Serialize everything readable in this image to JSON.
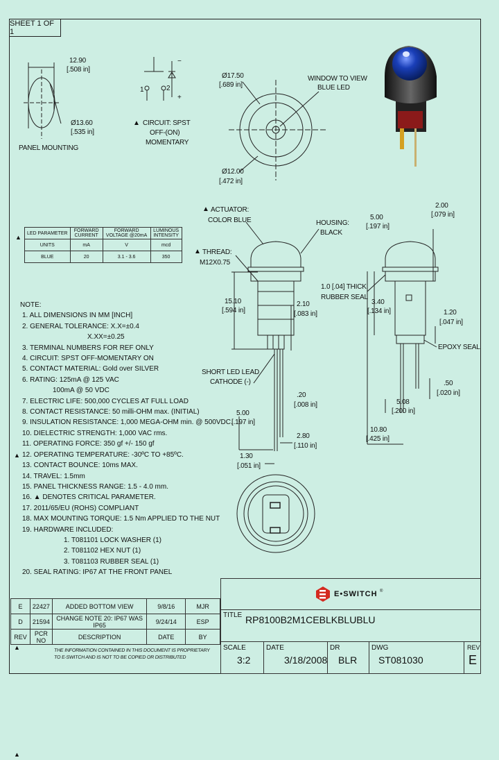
{
  "sheet": "SHEET 1 OF 1",
  "panel": {
    "dim1": "12.90",
    "dim1_in": "[.508 in]",
    "dim2": "Ø13.60",
    "dim2_in": "[.535 in]",
    "label": "PANEL MOUNTING"
  },
  "circuit": {
    "label": "CIRCUIT: SPST",
    "sub1": "OFF-(ON)",
    "sub2": "MOMENTARY",
    "p1": "1",
    "p2": "2",
    "minus": "−",
    "plus": "+"
  },
  "top": {
    "d1": "Ø17.50",
    "d1_in": "[.689 in]",
    "d2": "Ø12.00",
    "d2_in": "[.472 in]",
    "window1": "WINDOW TO VIEW",
    "window2": "BLUE LED"
  },
  "led_table": {
    "h": [
      "LED PARAMETER",
      "FORWARD CURRENT",
      "FORWARD VOLTAGE @20mA",
      "LUMINOUS INTENSITY"
    ],
    "units": [
      "UNITS",
      "mA",
      "V",
      "mcd"
    ],
    "blue": [
      "BLUE",
      "20",
      "3.1 - 3.6",
      "350"
    ]
  },
  "side": {
    "actuator1": "ACTUATOR:",
    "actuator2": "COLOR BLUE",
    "housing1": "HOUSING:",
    "housing2": "BLACK",
    "thread1": "THREAD:",
    "thread2": "M12X0.75",
    "d1510": "15.10",
    "d1510_in": "[.594 in]",
    "d210": "2.10",
    "d210_in": "[.083 in]",
    "lead1": "SHORT LED LEAD",
    "lead2": "CATHODE (-)",
    "d020": ".20",
    "d020_in": "[.008 in]",
    "d500": "5.00",
    "d500_in": "[.197 in]",
    "d280": "2.80",
    "d280_in": "[.110 in]",
    "d130": "1.30",
    "d130_in": "[.051 in]"
  },
  "side2": {
    "d500": "5.00",
    "d500_in": "[.197 in]",
    "d200": "2.00",
    "d200_in": "[.079 in]",
    "seal1": "1.0 [.04] THICK",
    "seal2": "RUBBER SEAL",
    "d340": "3.40",
    "d340_in": "[.134 in]",
    "d120": "1.20",
    "d120_in": "[.047 in]",
    "epoxy": "EPOXY SEAL",
    "d050": ".50",
    "d050_in": "[.020 in]",
    "d508": "5.08",
    "d508_in": "[.200 in]",
    "d1080": "10.80",
    "d1080_in": "[.425 in]"
  },
  "notes": [
    {
      "t": "NOTE:",
      "m": false
    },
    {
      "t": "1. ALL DIMENSIONS IN MM [INCH]",
      "m": false
    },
    {
      "t": "2. GENERAL TOLERANCE: X.X=±0.4",
      "m": false
    },
    {
      "t": "X.XX=±0.25",
      "m": false,
      "indent": true
    },
    {
      "t": "3. TERMINAL NUMBERS FOR REF ONLY",
      "m": false
    },
    {
      "t": "4. CIRCUIT: SPST OFF-MOMENTARY ON",
      "m": false
    },
    {
      "t": "5. CONTACT MATERIAL: Gold over SILVER",
      "m": false
    },
    {
      "t": "6. RATING: 125mA @ 125 VAC",
      "m": true
    },
    {
      "t": "100mA @ 50 VDC",
      "m": false,
      "indent2": true
    },
    {
      "t": "7. ELECTRIC LIFE: 500,000 CYCLES AT FULL LOAD",
      "m": false
    },
    {
      "t": "8. CONTACT RESISTANCE: 50 milli-OHM max. (INITIAL)",
      "m": false
    },
    {
      "t": "9. INSULATION RESISTANCE: 1,000 MEGA-OHM min. @ 500VDC.",
      "m": false
    },
    {
      "t": "10. DIELECTRIC STRENGTH: 1,000 VAC rms.",
      "m": false
    },
    {
      "t": "11. OPERATING FORCE: 350 gf +/- 150 gf",
      "m": false
    },
    {
      "t": "12. OPERATING TEMPERATURE: -30ºC TO +85ºC.",
      "m": false
    },
    {
      "t": "13. CONTACT BOUNCE: 10ms MAX.",
      "m": false
    },
    {
      "t": "14. TRAVEL: 1.5mm",
      "m": true
    },
    {
      "t": "15. PANEL THICKNESS RANGE: 1.5 - 4.0 mm.",
      "m": false
    },
    {
      "t": "16. ▲ DENOTES CRITICAL PARAMETER.",
      "m": false
    },
    {
      "t": "17. 2011/65/EU (ROHS) COMPLIANT",
      "m": false
    },
    {
      "t": "18. MAX MOUNTING TORQUE: 1.5 Nm APPLIED TO THE NUT",
      "m": false
    },
    {
      "t": "19. HARDWARE INCLUDED:",
      "m": true
    },
    {
      "t": "1. T081101 LOCK WASHER     (1)",
      "m": false,
      "hw": true
    },
    {
      "t": "2. T081102 HEX NUT              (1)",
      "m": false,
      "hw": true
    },
    {
      "t": "3. T081103 RUBBER SEAL      (1)",
      "m": false,
      "hw": true
    },
    {
      "t": "20. SEAL RATING: IP67 AT THE FRONT PANEL",
      "m": false
    }
  ],
  "revisions": [
    [
      "E",
      "22427",
      "ADDED BOTTOM VIEW",
      "9/8/16",
      "MJR"
    ],
    [
      "D",
      "21594",
      "CHANGE NOTE 20: IP67 WAS IP65",
      "9/24/14",
      "ESP"
    ],
    [
      "REV",
      "PCR NO",
      "DESCRIPTION",
      "DATE",
      "BY"
    ]
  ],
  "proprietary1": "THE INFORMATION CONTAINED IN THIS DOCUMENT IS PROPRIETARY",
  "proprietary2": "TO E-SWITCH AND IS NOT TO BE COPIED OR DISTRIBUTED",
  "title_block": {
    "brand": "E•SWITCH",
    "brand_mark": "®",
    "title_lbl": "TITLE",
    "title": "RP8100B2M1CEBLKBLUBLU",
    "scale_lbl": "SCALE",
    "scale": "3:2",
    "date_lbl": "DATE",
    "date": "3/18/2008",
    "dr_lbl": "DR",
    "dr": "BLR",
    "dwg_lbl": "DWG",
    "dwg": "ST081030",
    "rev_lbl": "REV",
    "rev": "E"
  },
  "colors": {
    "bg": "#cdeee3",
    "led": "#1a3fb8",
    "line": "#222222"
  }
}
